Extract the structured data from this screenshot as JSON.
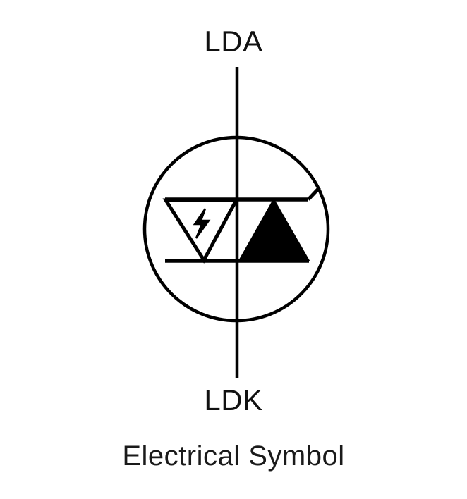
{
  "figure": {
    "caption": "Electrical Symbol",
    "component": "photodiode",
    "stroke_color": "#000000",
    "fill_color": "#000000",
    "background_color": "#ffffff"
  },
  "terminals": {
    "anode_label": "LDA",
    "cathode_label": "LDK"
  },
  "symbol": {
    "enclosure_icon": "circle-outline",
    "left_element_icon": "triangle-down-outline",
    "left_element_inner_icon": "lightning-bolt-icon",
    "right_element_icon": "triangle-up-filled",
    "top_bar_icon": "horizontal-bar",
    "bottom_bar_icon": "horizontal-bar",
    "lead_icon": "vertical-lead-line",
    "stub_icon": "diagonal-stub-line"
  }
}
